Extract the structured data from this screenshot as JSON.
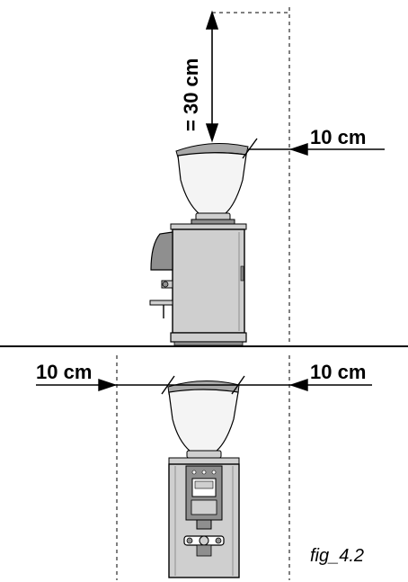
{
  "labels": {
    "top_clearance": "= 30 cm",
    "side_clearance_right_top": "10 cm",
    "side_clearance_left_bottom": "10 cm",
    "side_clearance_right_bottom": "10 cm",
    "figure_caption": "fig_4.2"
  },
  "colors": {
    "line": "#000000",
    "hopper_fill": "#f4f4f4",
    "hopper_lid": "#a8a8a8",
    "body_fill": "#cfcfcf",
    "body_dark": "#8f8f8f",
    "background": "#ffffff"
  }
}
